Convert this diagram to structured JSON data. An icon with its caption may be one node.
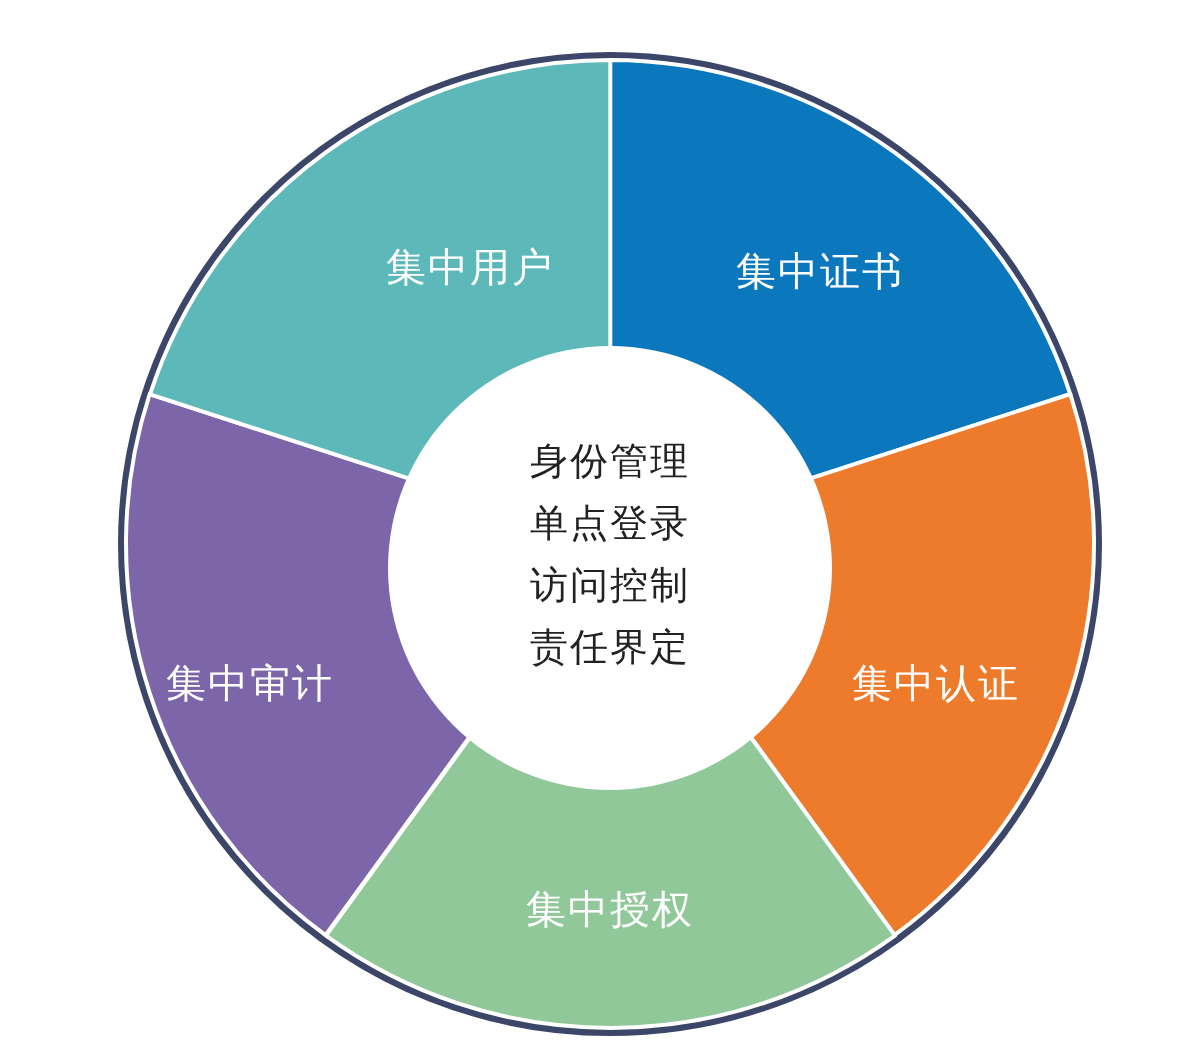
{
  "diagram": {
    "nodes": [
      {
        "text": [
          "集中证书"
        ]
      },
      {
        "text": [
          "集中认证"
        ]
      },
      {
        "text": [
          "集中授权"
        ]
      },
      {
        "text": [
          "集中审计"
        ]
      },
      {
        "text": [
          "集中用户"
        ]
      },
      {
        "text": [
          "身份管理",
          "单点登录",
          "访问控制",
          "责任界定"
        ]
      }
    ]
  }
}
